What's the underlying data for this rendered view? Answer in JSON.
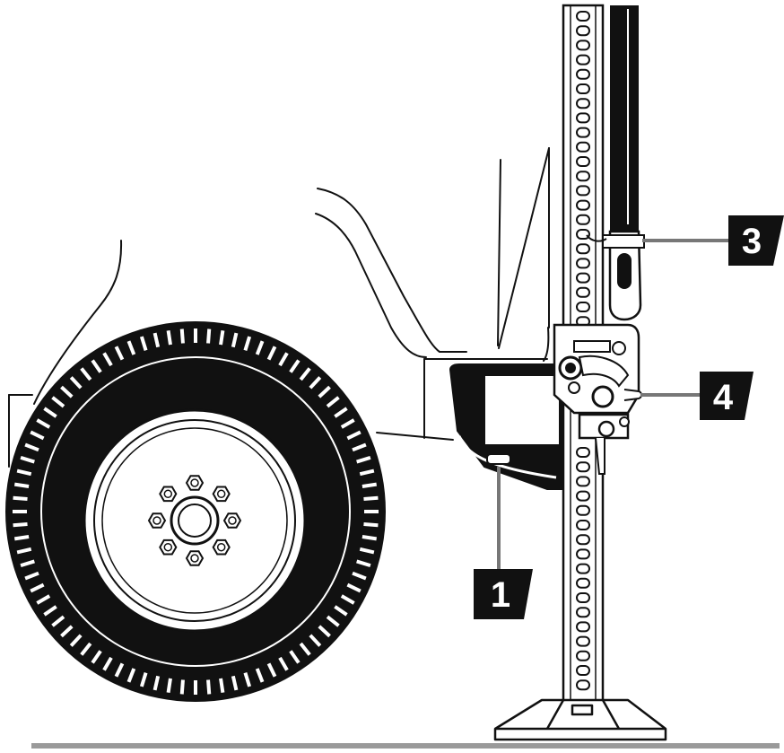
{
  "callouts": [
    {
      "id": "1",
      "label": "1"
    },
    {
      "id": "3",
      "label": "3"
    },
    {
      "id": "4",
      "label": "4"
    }
  ],
  "colors": {
    "line": "#111111",
    "fill_dark": "#111111",
    "background": "#ffffff",
    "rule": "#9a9a9a"
  }
}
